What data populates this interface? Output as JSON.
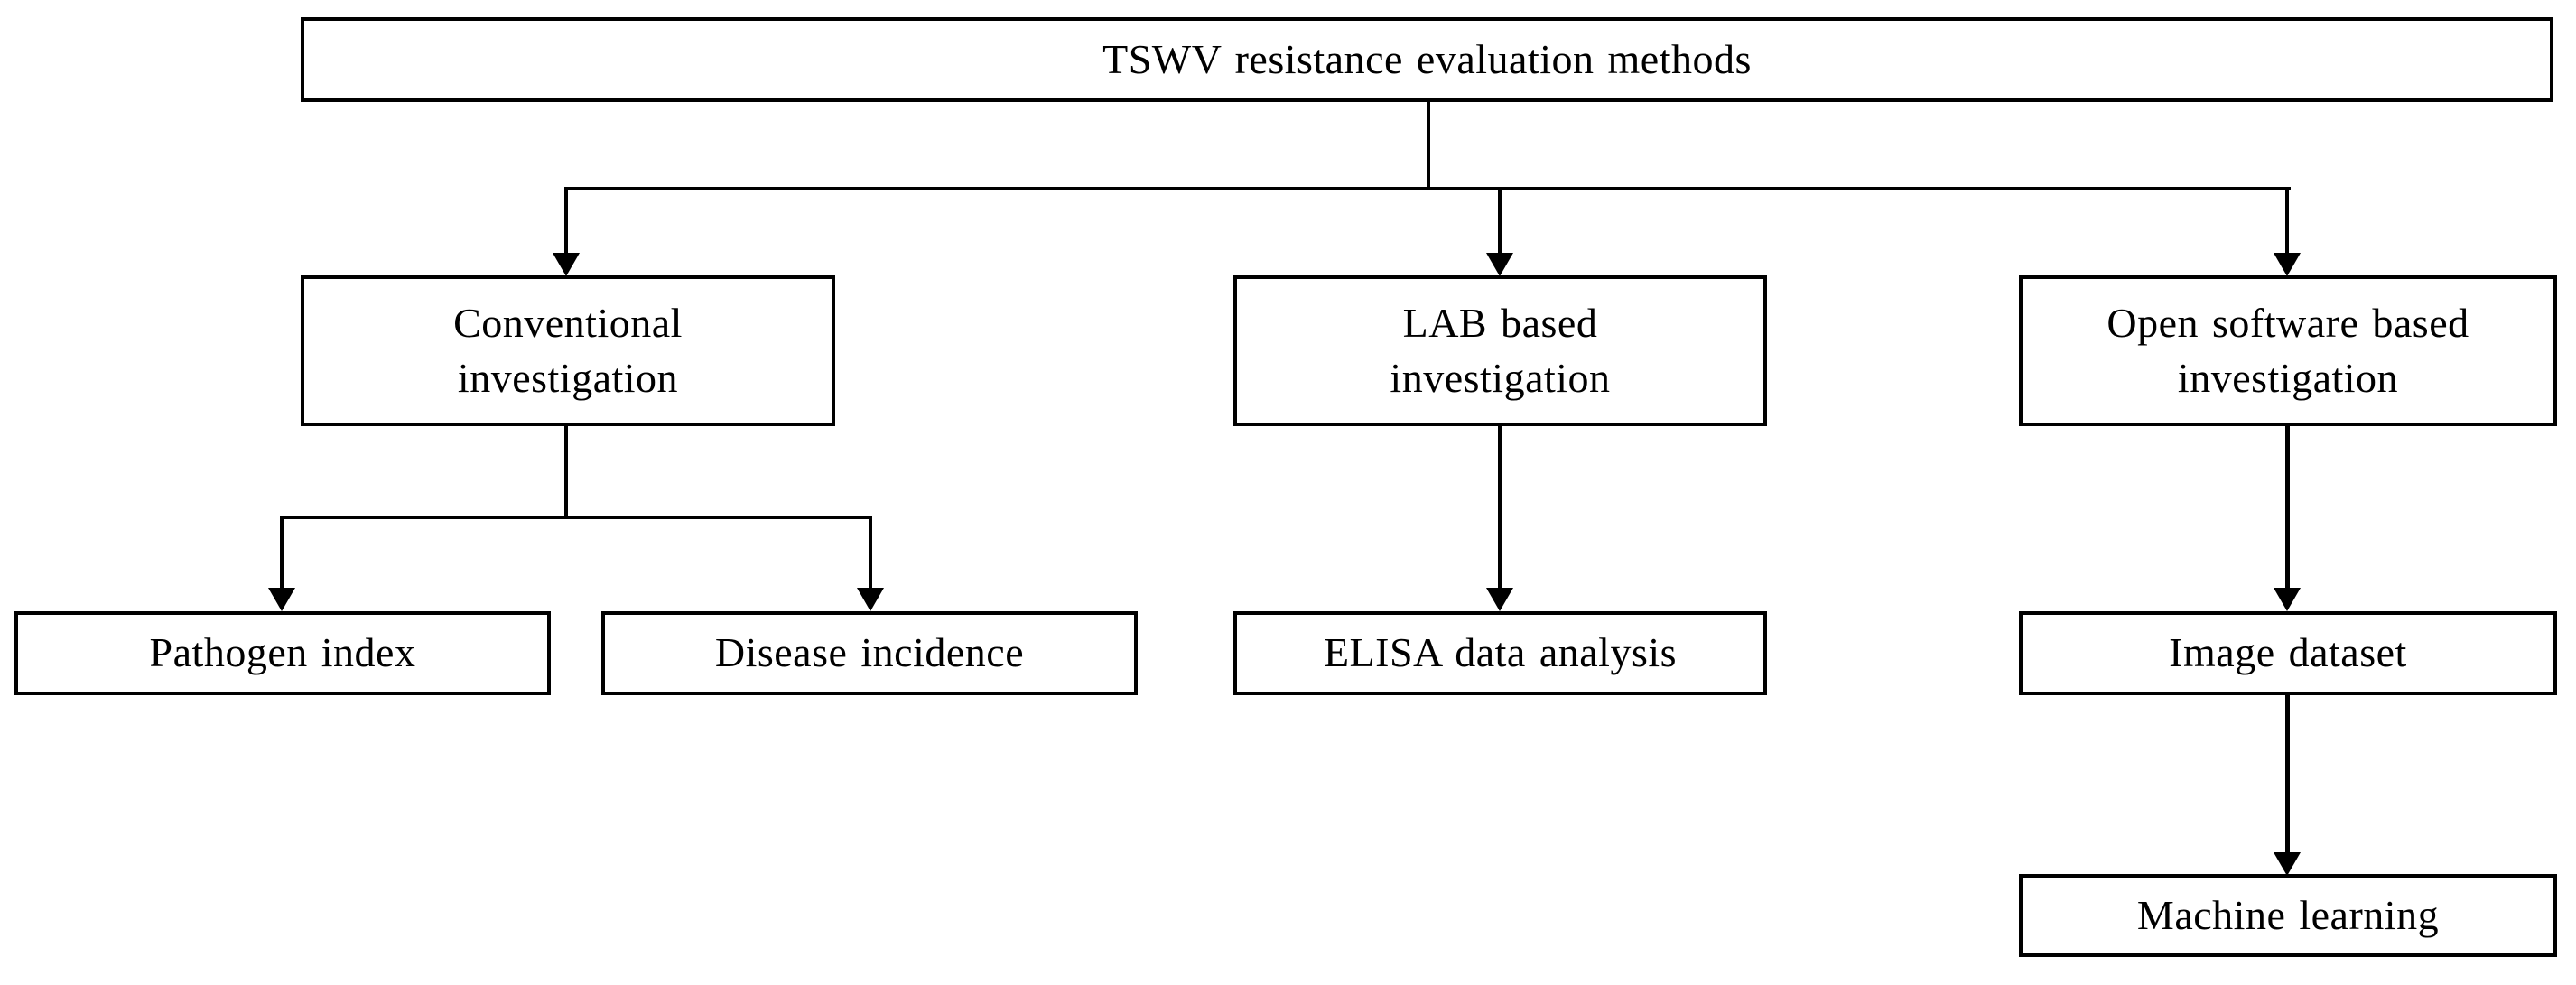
{
  "diagram": {
    "type": "flowchart",
    "background_color": "#ffffff",
    "line_color": "#000000",
    "box_border_color": "#000000",
    "text_color": "#000000",
    "nodes": {
      "root": {
        "label": "TSWV resistance evaluation methods"
      },
      "conventional": {
        "label": [
          "Conventional",
          "investigation"
        ]
      },
      "lab": {
        "label": [
          "LAB based",
          "investigation"
        ]
      },
      "open_software": {
        "label": [
          "Open software based",
          "investigation"
        ]
      },
      "pathogen_index": {
        "label": "Pathogen index"
      },
      "disease_incidence": {
        "label": "Disease incidence"
      },
      "elisa": {
        "label": "ELISA data analysis"
      },
      "image_dataset": {
        "label": "Image dataset"
      },
      "machine_learning": {
        "label": "Machine learning"
      }
    },
    "edges": [
      {
        "from": "root",
        "to": "conventional",
        "arrow": true
      },
      {
        "from": "root",
        "to": "lab",
        "arrow": true
      },
      {
        "from": "root",
        "to": "open_software",
        "arrow": true
      },
      {
        "from": "conventional",
        "to": "pathogen_index",
        "arrow": true
      },
      {
        "from": "conventional",
        "to": "disease_incidence",
        "arrow": true
      },
      {
        "from": "lab",
        "to": "elisa",
        "arrow": true
      },
      {
        "from": "open_software",
        "to": "image_dataset",
        "arrow": true
      },
      {
        "from": "image_dataset",
        "to": "machine_learning",
        "arrow": true
      }
    ]
  }
}
